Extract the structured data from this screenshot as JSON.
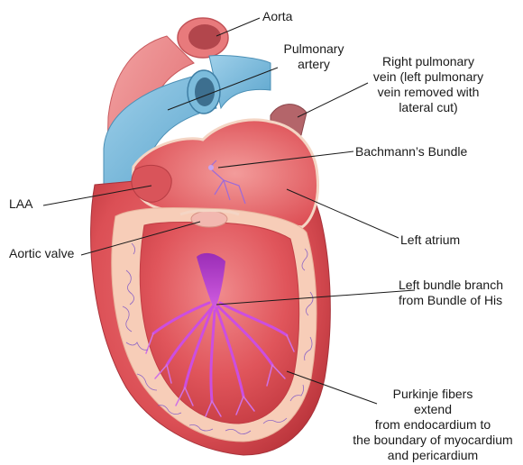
{
  "labels": {
    "aorta": "Aorta",
    "pulmonary_artery": "Pulmonary\nartery",
    "right_pulmonary_vein": "Right pulmonary\nvein (left pulmonary\nvein removed with\nlateral cut)",
    "bachmanns_bundle": "Bachmann’s Bundle",
    "laa": "LAA",
    "aortic_valve": "Aortic valve",
    "left_atrium": "Left atrium",
    "left_bundle_branch": "Left bundle branch\nfrom Bundle of His",
    "purkinje_fibers": "Purkinje fibers\nextend\nfrom endocardium to\nthe boundary of myocardium\nand pericardium"
  },
  "colors": {
    "aorta": "#e8787a",
    "pulmonary_artery": "#6fb3d6",
    "myocardium": "#e05a5e",
    "pericardium": "#f6c9b4",
    "chamber": "#d9474d",
    "conduction": "#b03cc8",
    "purkinje": "#7a52c8"
  }
}
